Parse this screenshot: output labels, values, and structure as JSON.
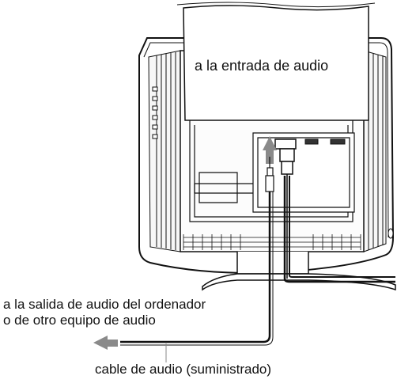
{
  "labels": {
    "audio_input": "a la entrada de audio",
    "audio_output_line1": "a la salida de audio del ordenador",
    "audio_output_line2": "o de otro equipo de audio",
    "audio_cable": "cable de audio (suministrado)"
  },
  "colors": {
    "line": "#111111",
    "arrow": "#8a8a8a",
    "panel_fill": "#f2f2f2",
    "bezel_fill": "#ffffff"
  },
  "icons": [
    "arrow-up-icon",
    "arrow-left-icon",
    "audio-plug-icon",
    "vga-connector-icon"
  ]
}
